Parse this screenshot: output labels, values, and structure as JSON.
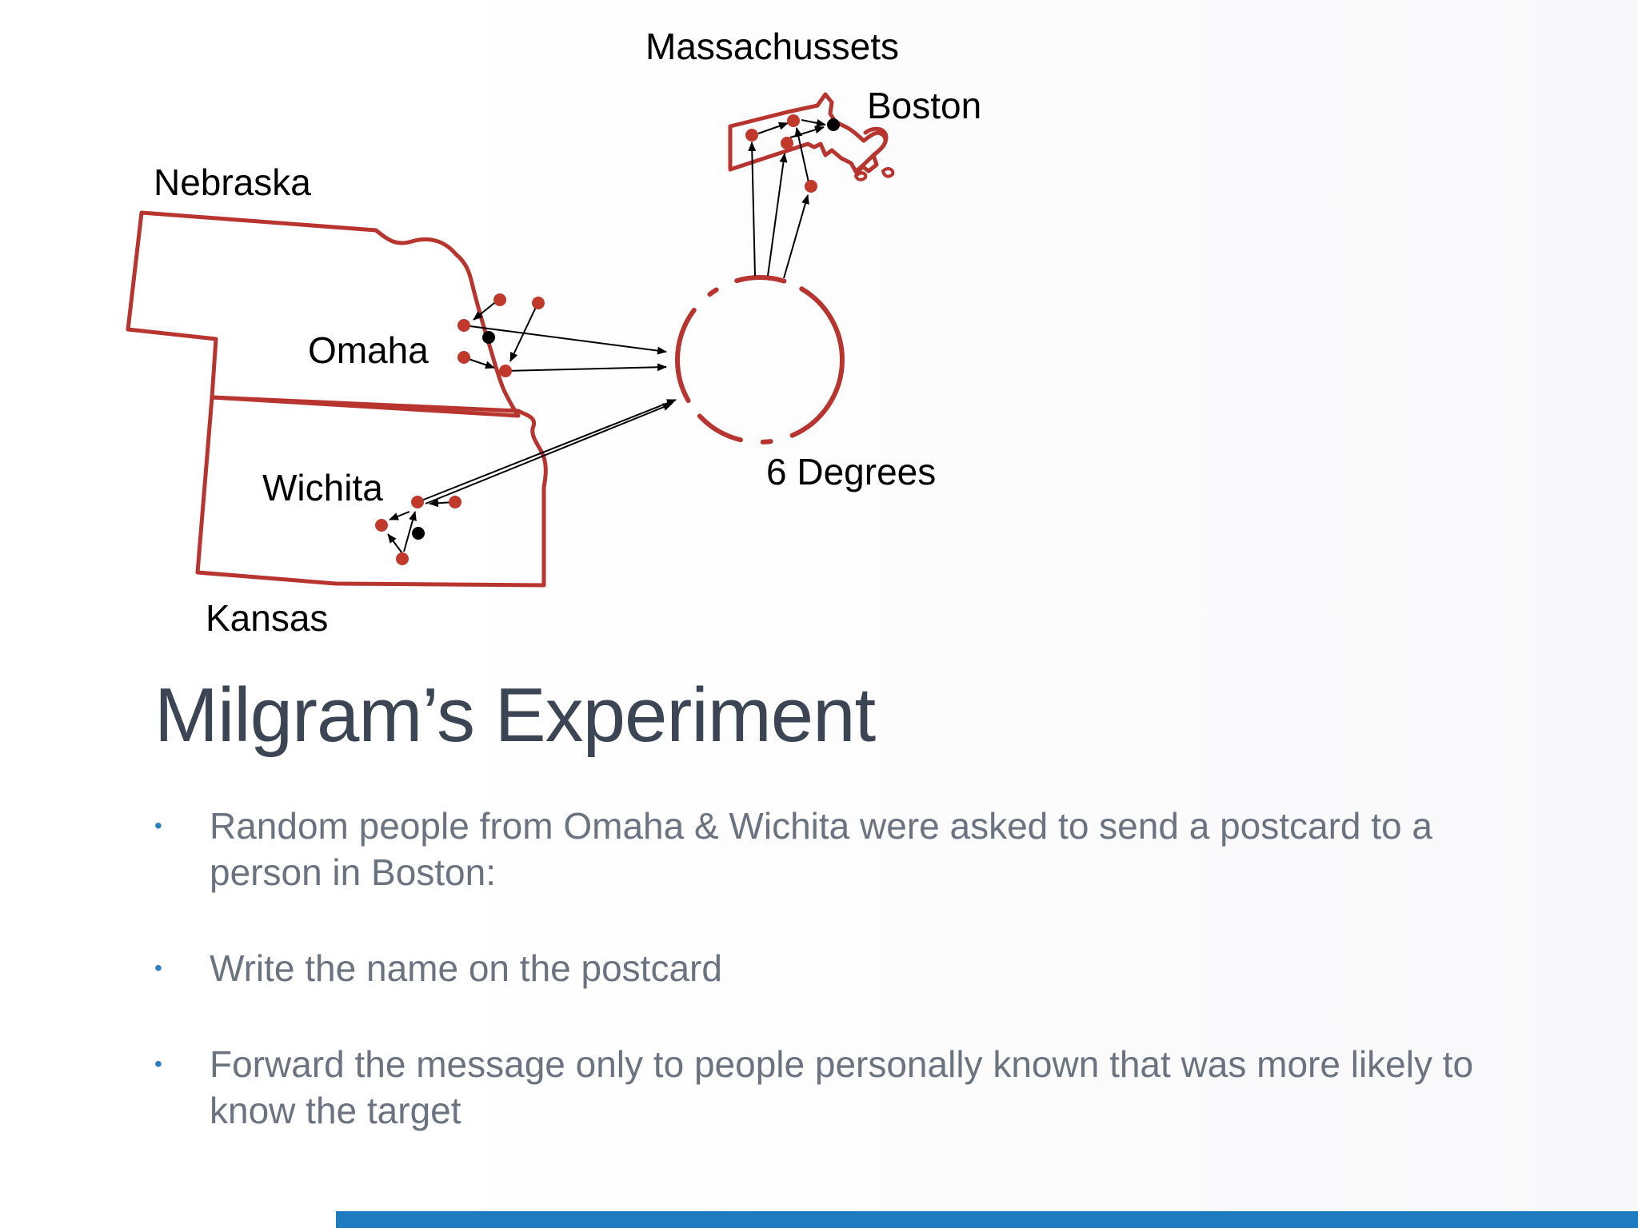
{
  "map": {
    "labels": {
      "nebraska": "Nebraska",
      "omaha": "Omaha",
      "wichita": "Wichita",
      "kansas": "Kansas",
      "massachusetts": "Massachussets",
      "boston": "Boston",
      "six_degrees": "6 Degrees"
    },
    "colors": {
      "state_outline": "#b8352f",
      "person_dot": "#c0392b",
      "target_dot": "#000000",
      "arrow": "#000000"
    }
  },
  "slide": {
    "title": "Milgram’s Experiment",
    "bullets": [
      "Random people from Omaha & Wichita were asked to send a postcard to a person in Boston:",
      "Write the name on the postcard",
      "Forward the message only to people personally known that was more likely to know the target"
    ]
  },
  "colors": {
    "title": "#3b4554",
    "bullet_text": "#6b7280",
    "bullet_marker": "#2a7fc0",
    "accent_bar": "#1f7bc0"
  }
}
